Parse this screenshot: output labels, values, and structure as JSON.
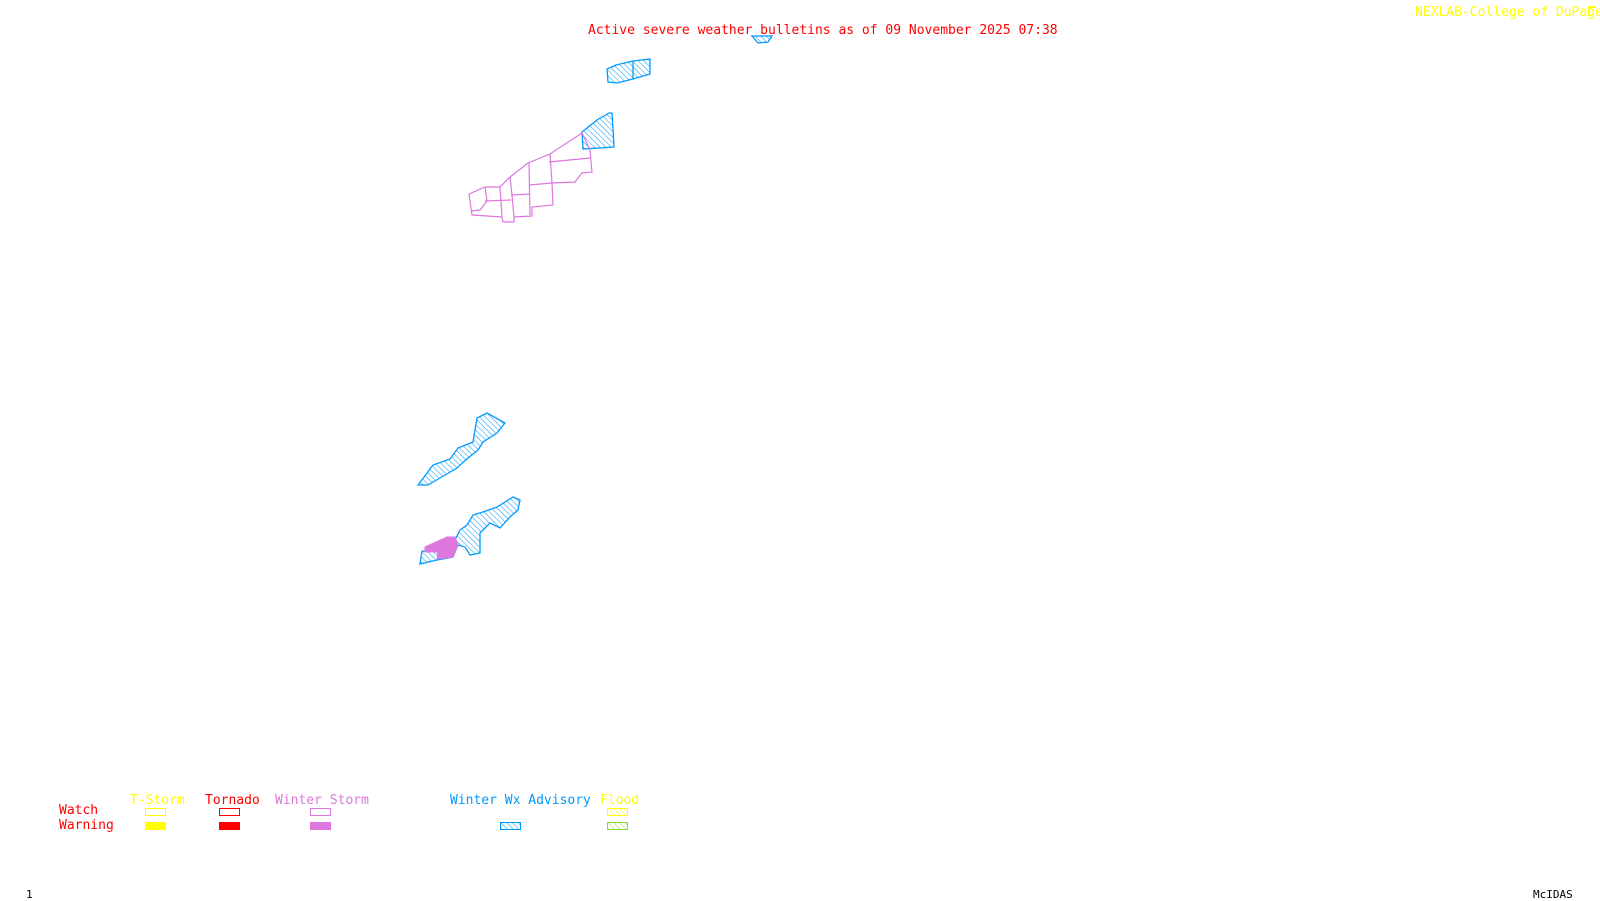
{
  "header": {
    "title": "Active severe weather bulletins as of 09 November 2025 07:38",
    "credit": "NEXLAB-College of DuPage",
    "credit_icon": "nexlab-logo-icon"
  },
  "colors": {
    "title": "#ff0000",
    "credit": "#ffff00",
    "tstorm": "#ffff00",
    "tornado": "#ff0000",
    "winter_storm": "#dd77dd",
    "winter_wx_advisory": "#0099ff",
    "flood_watch": "#ffff00",
    "flood_warning": "#88dd33"
  },
  "legend": {
    "rows": {
      "watch": "Watch",
      "warning": "Warning"
    },
    "columns": {
      "tstorm": "T-Storm",
      "tornado": "Tornado",
      "winter_storm": "Winter Storm",
      "winter_wx_advisory": "Winter Wx Advisory",
      "flood": "Flood"
    }
  },
  "map": {
    "areas": [
      {
        "type": "Winter Wx Advisory",
        "style": "hatched"
      },
      {
        "type": "Winter Storm Watch",
        "style": "outline"
      },
      {
        "type": "Winter Storm Warning",
        "style": "filled"
      }
    ]
  },
  "footer": {
    "frame_number": "1",
    "software": "McIDAS"
  }
}
